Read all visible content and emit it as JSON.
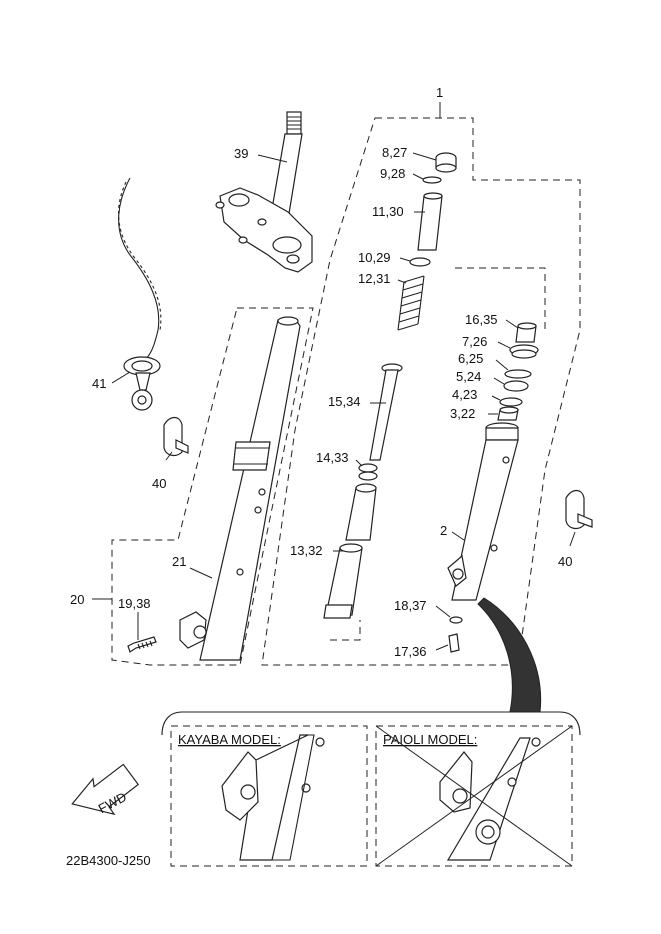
{
  "assembly_label": "1",
  "callouts": {
    "c39": "39",
    "c8_27": "8,27",
    "c9_28": "9,28",
    "c11_30": "11,30",
    "c10_29": "10,29",
    "c12_31": "12,31",
    "c16_35": "16,35",
    "c7_26": "7,26",
    "c6_25": "6,25",
    "c5_24": "5,24",
    "c4_23": "4,23",
    "c3_22": "3,22",
    "c15_34": "15,34",
    "c14_33": "14,33",
    "c13_32": "13,32",
    "c41": "41",
    "c40_left": "40",
    "c40_right": "40",
    "c2": "2",
    "c21": "21",
    "c20": "20",
    "c19_38": "19,38",
    "c18_37": "18,37",
    "c17_36": "17,36"
  },
  "models": {
    "kayaba": "KAYABA MODEL:",
    "paioli": "PAIOLI MODEL:"
  },
  "fwd_label": "FWD",
  "drawing_code": "22B4300-J250"
}
